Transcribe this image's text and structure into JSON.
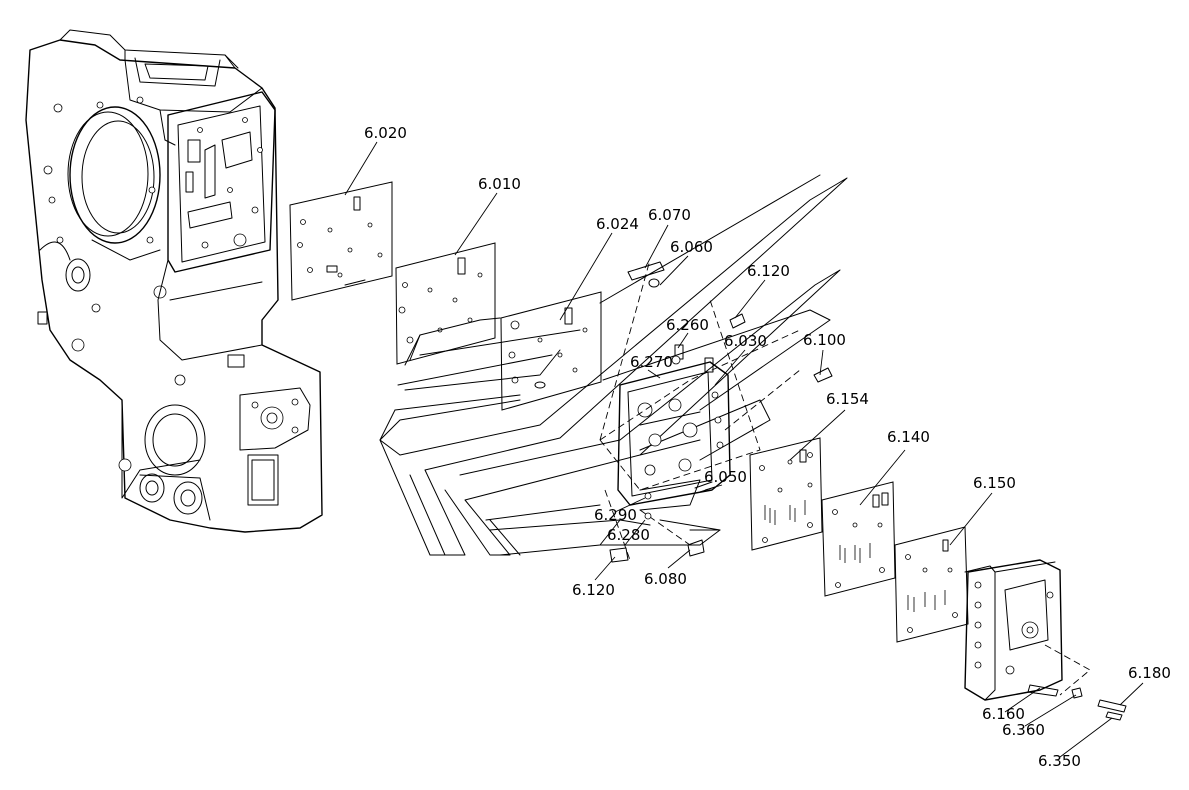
{
  "diagram": {
    "labels": {
      "p6020": "6.020",
      "p6010": "6.010",
      "p6024": "6.024",
      "p6070": "6.070",
      "p6060": "6.060",
      "p6120a": "6.120",
      "p6260": "6.260",
      "p6030": "6.030",
      "p6100": "6.100",
      "p6270": "6.270",
      "p6154": "6.154",
      "p6140": "6.140",
      "p6050": "6.050",
      "p6150": "6.150",
      "p6290": "6.290",
      "p6280": "6.280",
      "p6120b": "6.120",
      "p6080": "6.080",
      "p6180": "6.180",
      "p6160": "6.160",
      "p6360": "6.360",
      "p6350": "6.350"
    }
  }
}
